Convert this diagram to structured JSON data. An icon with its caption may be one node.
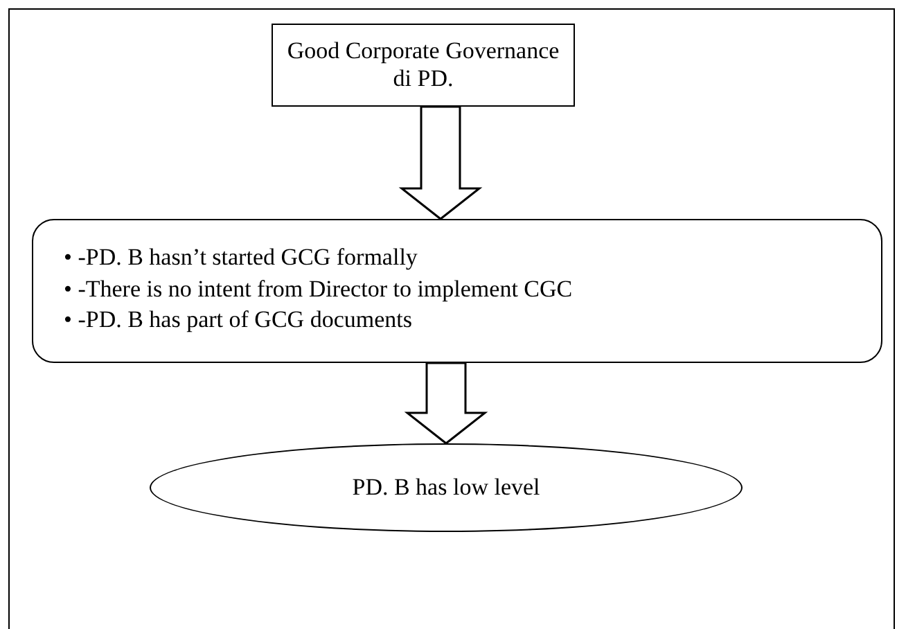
{
  "diagram": {
    "nodes": [
      {
        "text": [
          "Good Corporate Governance di PD."
        ]
      },
      {
        "text": [
          "• -PD. B hasn’t started GCG formally",
          "• -There is no intent from Director to implement CGC",
          "• -PD. B has part of GCG documents"
        ]
      },
      {
        "text": [
          "PD. B has low level"
        ]
      }
    ],
    "edges": [
      {
        "from": 0,
        "to": 1,
        "arrow": "to"
      },
      {
        "from": 1,
        "to": 2,
        "arrow": "to"
      }
    ]
  }
}
